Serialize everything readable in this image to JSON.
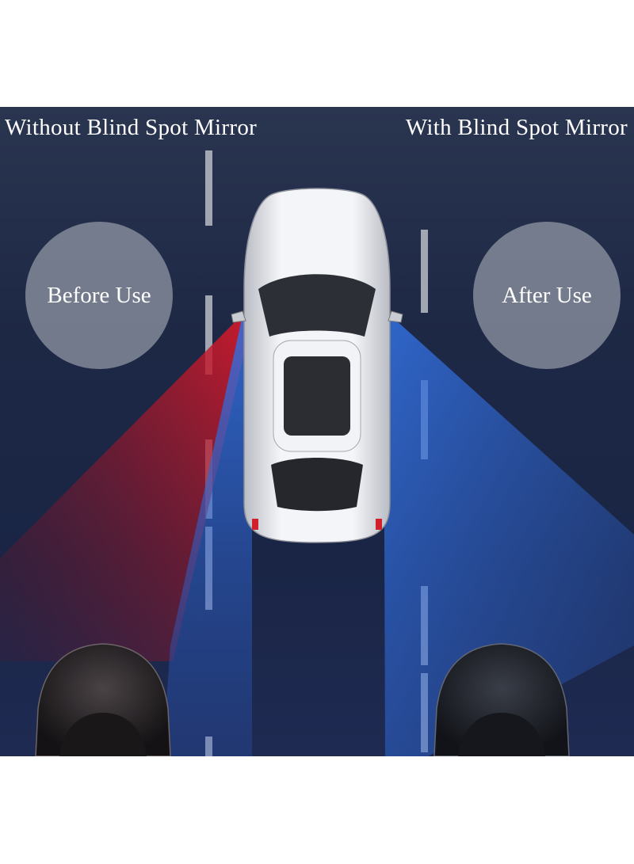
{
  "captions": {
    "without": "Without Blind Spot Mirror",
    "with": "With Blind Spot Mirror",
    "before": "Before Use",
    "after": "After Use"
  },
  "colors": {
    "background": "#1d2845",
    "red_view_zone": "#c0182a",
    "blue_view_zone": "#2f66d8",
    "lane_marking": "#b8bcc6",
    "bubble": "#8c92a0"
  },
  "illustration": {
    "main_car": "white car, top view",
    "rear_cars": [
      "dark car (left lane)",
      "dark car (right lane)"
    ]
  }
}
